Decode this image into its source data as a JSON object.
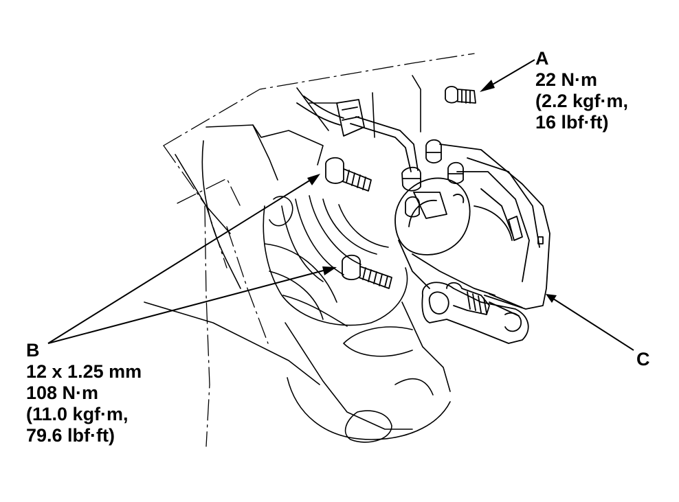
{
  "callouts": {
    "A": {
      "letter": "A",
      "spec_lines": [
        "22 N·m",
        "(2.2 kgf·m,",
        "16 lbf·ft)"
      ]
    },
    "B": {
      "letter": "B",
      "spec_lines": [
        "12 x 1.25 mm",
        "108 N·m",
        "(11.0 kgf·m,",
        "79.6 lbf·ft)"
      ]
    },
    "C": {
      "letter": "C"
    }
  },
  "colors": {
    "ink": "#000000",
    "background": "#ffffff"
  }
}
